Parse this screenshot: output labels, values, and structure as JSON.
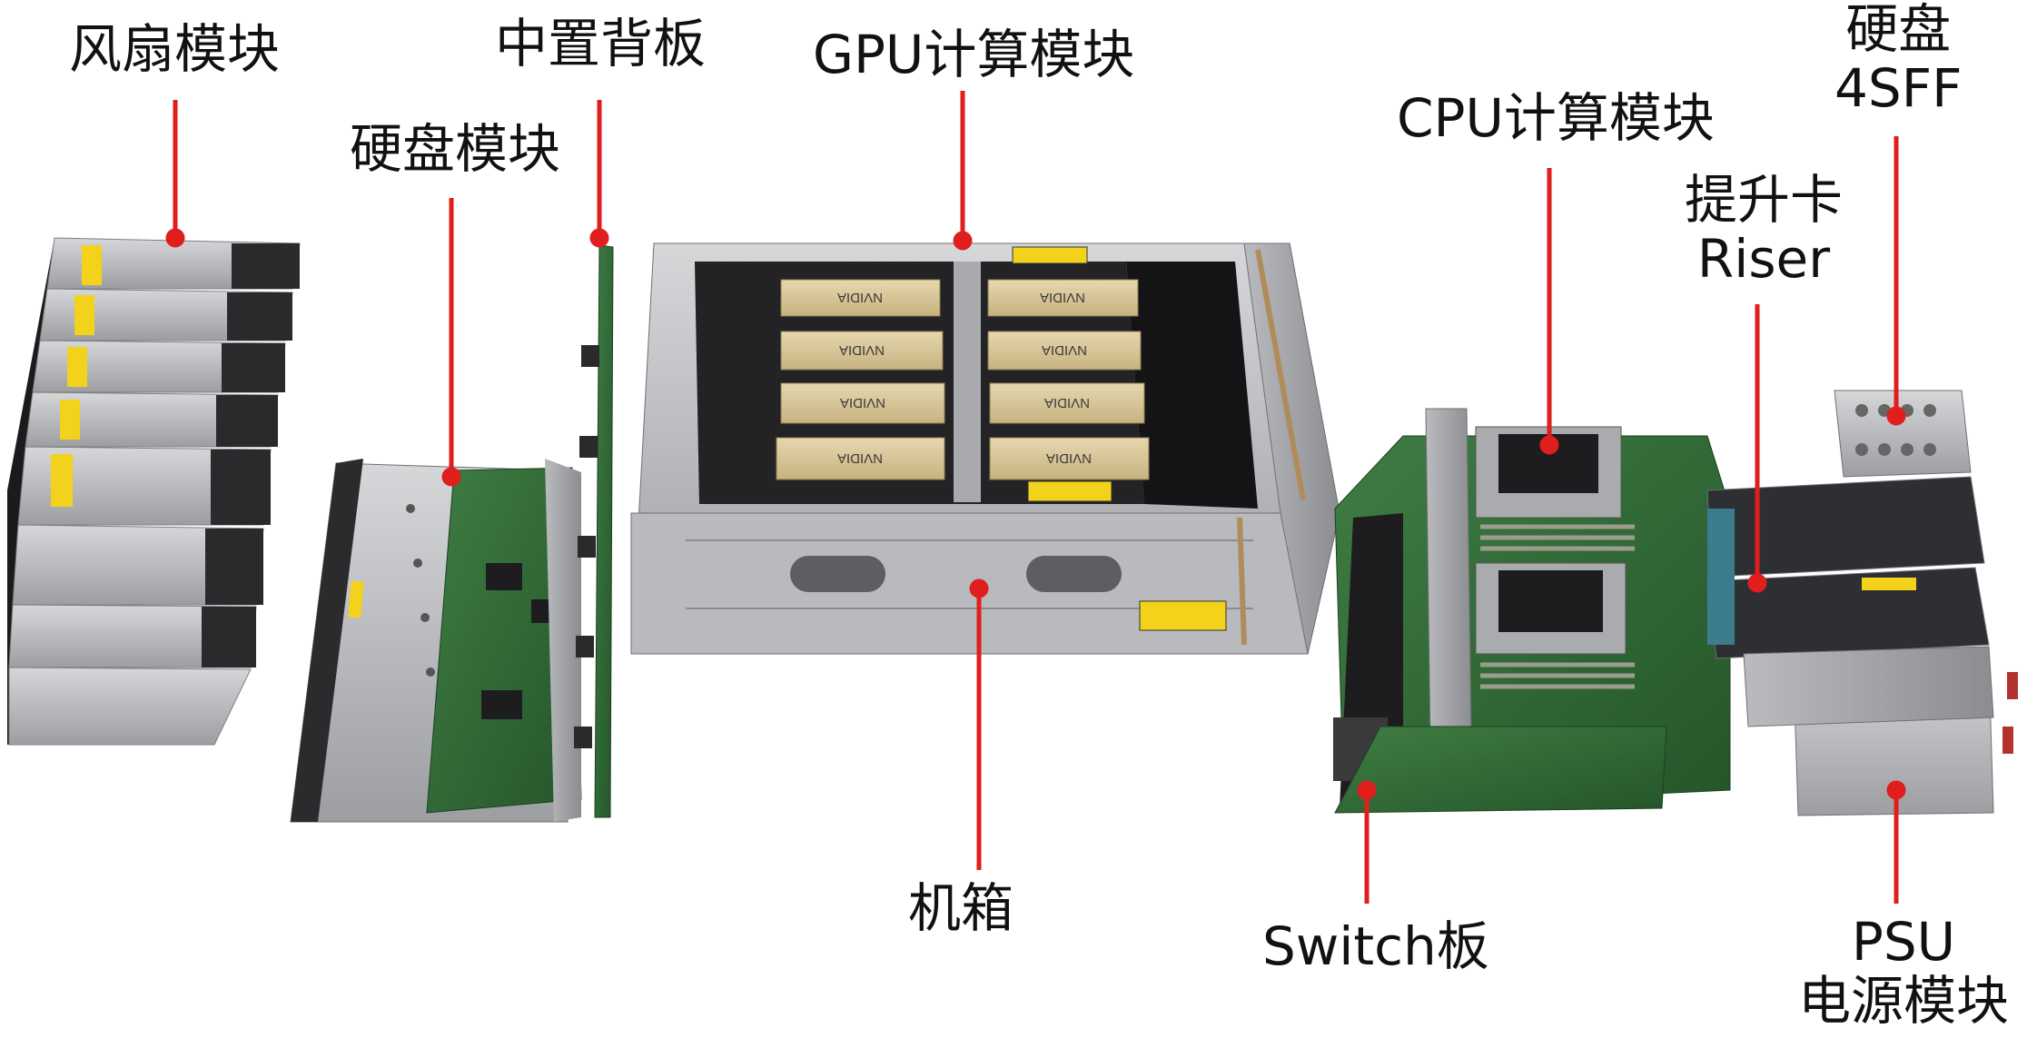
{
  "labels": {
    "fan_module": "风扇模块",
    "midplane": "中置背板",
    "gpu_module": "GPU计算模块",
    "disk_module": "硬盘模块",
    "cpu_module": "CPU计算模块",
    "disk_4sff_line1": "硬盘",
    "disk_4sff_line2": "4SFF",
    "riser_line1": "提升卡",
    "riser_line2": "Riser",
    "chassis": "机箱",
    "switch_board": "Switch板",
    "psu_line1": "PSU",
    "psu_line2": "电源模块"
  },
  "gpu_brand_text": "NVIDIA",
  "colors": {
    "leader_line": "#e01e1e",
    "metal_light": "#c7c8ca",
    "metal_mid": "#a7a9ad",
    "metal_dark": "#6e7075",
    "black_panel": "#1d1d1f",
    "pcb_green": "#2f6b34",
    "gpu_gold": "#d9c79c",
    "yellow_label": "#f2d21b"
  }
}
